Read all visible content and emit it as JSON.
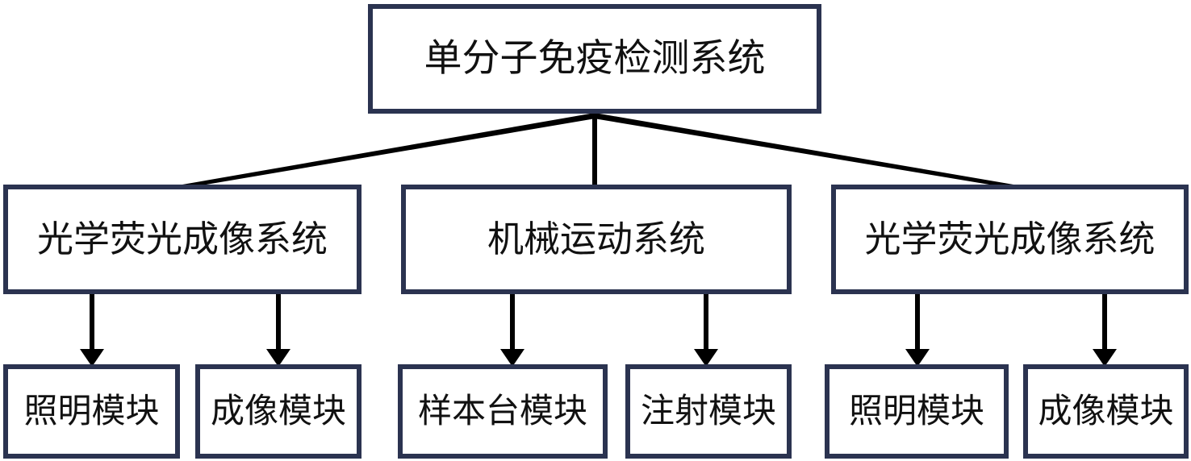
{
  "diagram": {
    "title": "单分子免疫检测系统",
    "type": "tree",
    "colors": {
      "border": "#2b3350",
      "edge": "#000000",
      "background": "#ffffff",
      "text": "#111111"
    },
    "root": {
      "label": "单分子免疫检测系统"
    },
    "level2": [
      {
        "label": "光学荧光成像系统"
      },
      {
        "label": "机械运动系统"
      },
      {
        "label": "光学荧光成像系统"
      }
    ],
    "level3": [
      {
        "label": "照明模块",
        "parent": 0
      },
      {
        "label": "成像模块",
        "parent": 0
      },
      {
        "label": "样本台模块",
        "parent": 1
      },
      {
        "label": "注射模块",
        "parent": 1
      },
      {
        "label": "照明模块",
        "parent": 2
      },
      {
        "label": "成像模块",
        "parent": 2
      }
    ]
  }
}
